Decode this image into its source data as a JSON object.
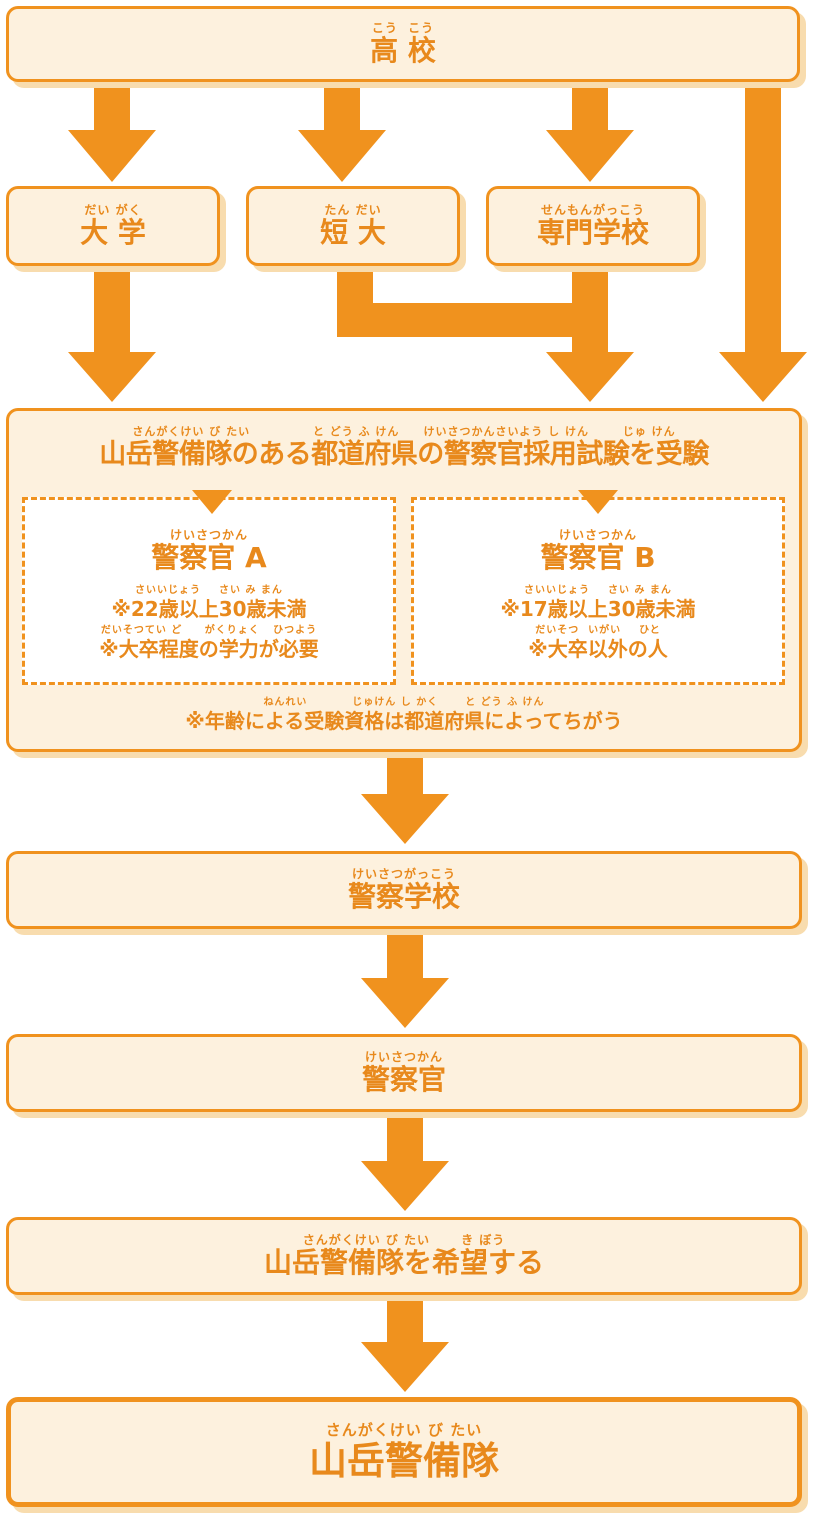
{
  "colors": {
    "accent": "#f0921e",
    "box_bg": "#fdf1de",
    "text": "#e8891c",
    "shadow": "#f8dcae"
  },
  "high_school": {
    "ruby": "こう  こう",
    "label": "高 校"
  },
  "university": {
    "ruby": "だい がく",
    "label": "大 学"
  },
  "junior_college": {
    "ruby": "たん だい",
    "label": "短 大"
  },
  "vocational": {
    "ruby": "せんもんがっこう",
    "label": "専門学校"
  },
  "exam": {
    "ruby": "さんがくけい び たい             と どう ふ けん     けいさつかんさいよう し けん       じゅ けん",
    "label": "山岳警備隊のある都道府県の警察官採用試験を受験",
    "officer_a": {
      "ruby": "けいさつかん",
      "label": "警察官 A",
      "age_ruby": "さいいじょう    さい み まん",
      "age": "※22歳以上30歳未満",
      "req_ruby": "だいそつてい ど     がくりょく   ひつよう",
      "req": "※大卒程度の学力が必要"
    },
    "officer_b": {
      "ruby": "けいさつかん",
      "label": "警察官 B",
      "age_ruby": "さいいじょう    さい み まん",
      "age": "※17歳以上30歳未満",
      "req_ruby": "だいそつ  いがい    ひと",
      "req": "※大卒以外の人"
    },
    "note_ruby": "ねんれい          じゅけん し かく      と どう ふ けん",
    "note": "※年齢による受験資格は都道府県によってちがう"
  },
  "police_school": {
    "ruby": "けいさつがっこう",
    "label": "警察学校"
  },
  "police_officer": {
    "ruby": "けいさつかん",
    "label": "警察官"
  },
  "hope": {
    "ruby": "さんがくけい び たい      き ぼう",
    "label": "山岳警備隊を希望する"
  },
  "final": {
    "ruby": "さんがくけい び たい",
    "label": "山岳警備隊"
  }
}
